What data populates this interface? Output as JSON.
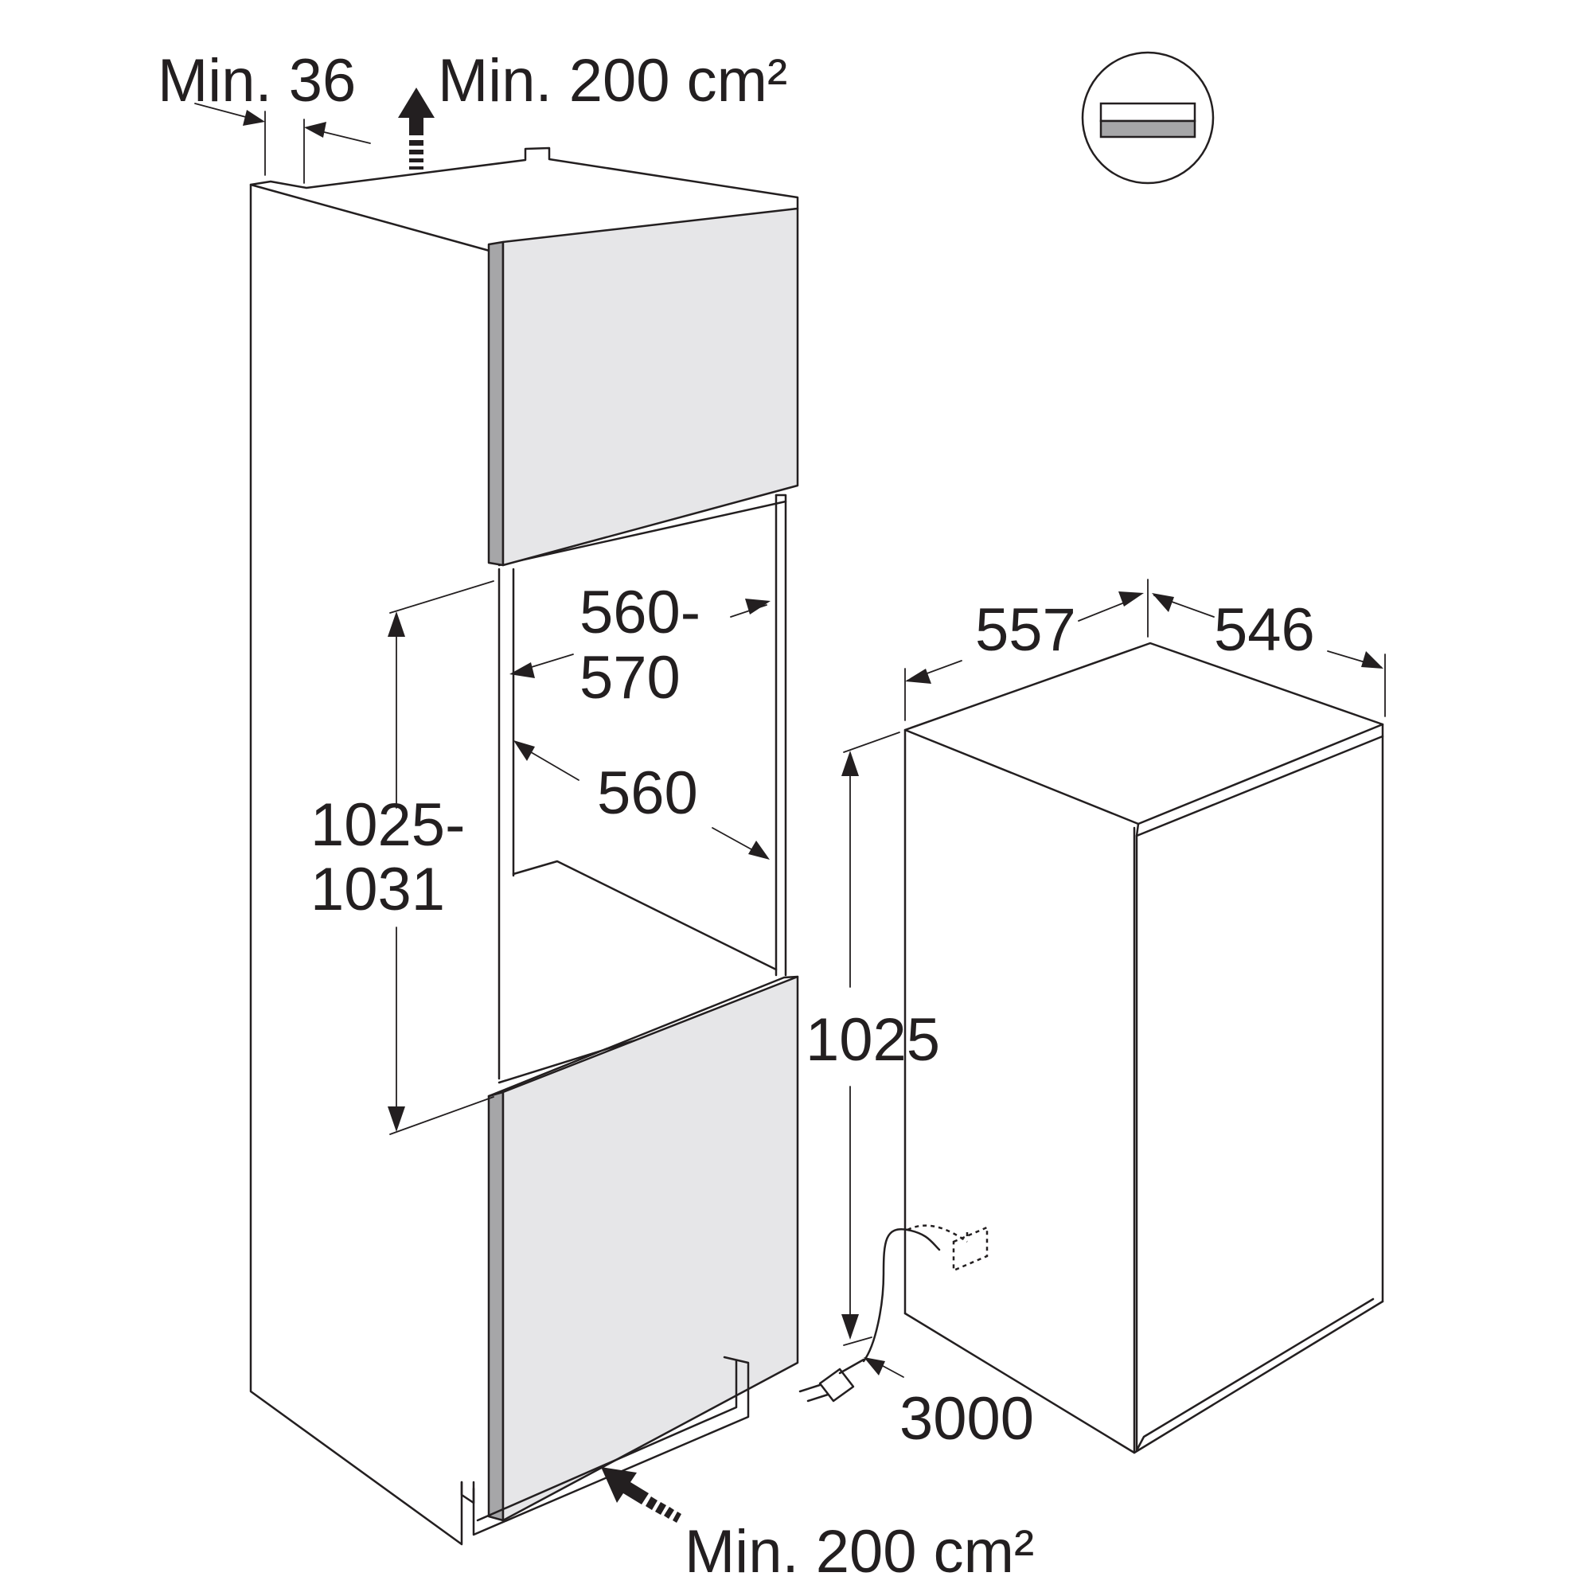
{
  "labels": {
    "top_gap": "Min. 36",
    "top_vent": "Min. 200 cm²",
    "bottom_vent": "Min. 200 cm²",
    "niche_depth_line1": "560-",
    "niche_depth_line2": "570",
    "niche_width": "560",
    "niche_height_line1": "1025-",
    "niche_height_line2": "1031",
    "appliance_width": "557",
    "appliance_depth": "546",
    "appliance_height": "1025",
    "cable_length": "3000"
  },
  "colors": {
    "line": "#231f20",
    "door_panel": "#e6e6e8",
    "door_edge": "#a6a6a8",
    "background": "#ffffff"
  },
  "icons": {
    "install_type": "integrated-appliance-symbol-icon",
    "plug": "power-plug-icon",
    "socket": "wall-socket-icon",
    "vent_arrow": "airflow-arrow-icon"
  }
}
